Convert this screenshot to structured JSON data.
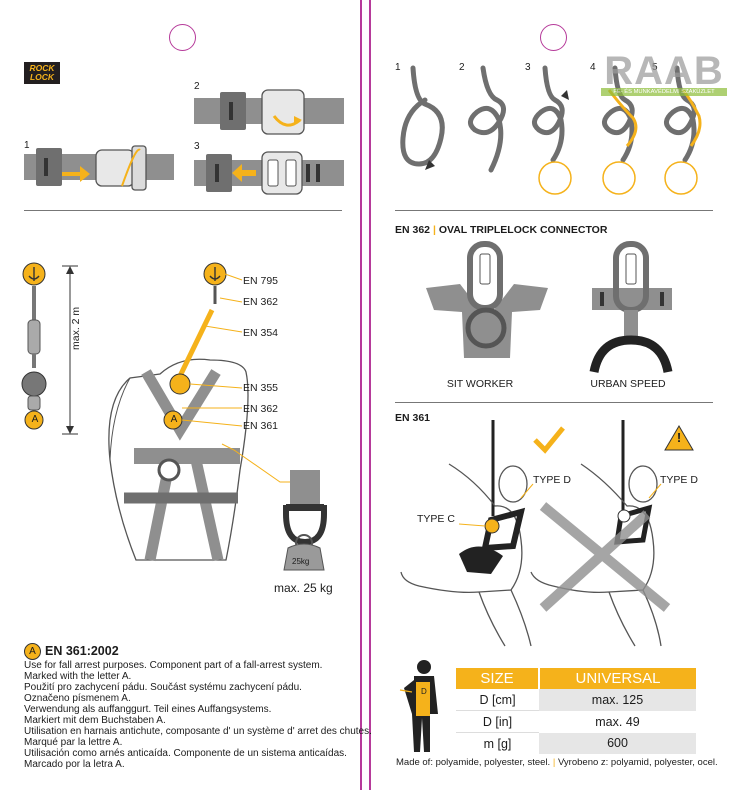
{
  "colors": {
    "accent": "#f5b21b",
    "fold": "#b63a9a",
    "strap": "#8f8f8f",
    "strap_dark": "#5d5d5d",
    "text": "#1c1c1c"
  },
  "logo": {
    "brand": "ROCK LOCK"
  },
  "buckle_steps": [
    "1",
    "2",
    "3"
  ],
  "knot_steps": [
    "1",
    "2",
    "3",
    "4",
    "5"
  ],
  "anchor_letter": "A",
  "length_label": "max. 2 m",
  "en_labels": [
    "EN 795",
    "EN 362",
    "EN 354",
    "EN 355",
    "EN 362",
    "EN 361"
  ],
  "weight_label": "max. 25 kg",
  "weight_tag": "25kg",
  "connector": {
    "title_code": "EN 362",
    "title_sep": "|",
    "title_text": "OVAL TRIPLELOCK CONNECTOR",
    "left_caption": "SIT WORKER",
    "right_caption": "URBAN SPEED"
  },
  "en361": {
    "title": "EN 361",
    "type_d_left": "TYPE D",
    "type_c": "TYPE C",
    "type_d_right": "TYPE D",
    "warning_glyph": "!"
  },
  "standard": {
    "badge": "A",
    "title": "EN 361:2002",
    "lines": [
      "Use for fall arrest purposes. Component part of a fall-arrest system.",
      "Marked with the letter A.",
      "Použití pro zachycení pádu. Součást systému zachycení pádu.",
      "Označeno písmenem A.",
      "Verwendung als auffanggurt. Teil eines Auffangsystems.",
      "Markiert mit dem Buchstaben A.",
      "Utilisation en harnais antichute, composante d' un système d' arret des chutes.",
      "Marqué par la lettre A.",
      "Utilisación como arnés anticaída. Componente de un sistema anticaídas.",
      "Marcado por la letra A."
    ]
  },
  "size_table": {
    "size_label": "SIZE",
    "size_value": "UNIVERSAL",
    "figure_letter": "D",
    "rows": [
      {
        "label": "D [cm]",
        "value": "max. 125"
      },
      {
        "label": "D [in]",
        "value": "max. 49"
      },
      {
        "label": "m [g]",
        "value": "600"
      }
    ]
  },
  "materials": {
    "en": "Made of: polyamide, polyester, steel.",
    "sep": "|",
    "cz": "Vyrobeno z: polyamid, polyester, ocel."
  },
  "watermark": {
    "brand": "RAAB",
    "sub": "FÉ- ÉS MUNKAVÉDELMI SZAKÜZLET"
  }
}
